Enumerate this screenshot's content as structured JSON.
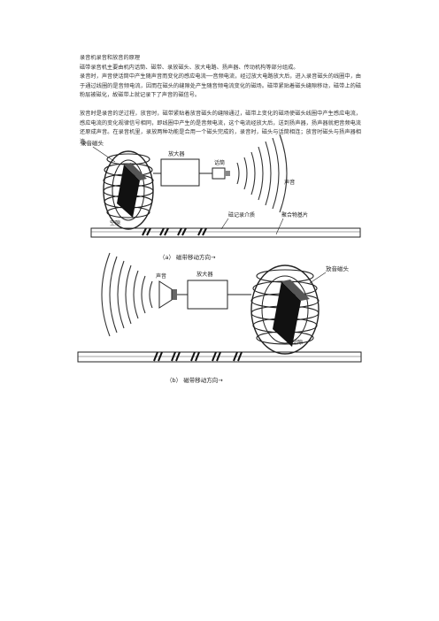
{
  "document": {
    "title": "录音机录音和放音的原理",
    "paragraphs": [
      "磁带录音机主要由机内话筒、磁带、录放磁头、放大电路、扬声器、传动机构等部分组成。",
      "录音时，声音使话筒中产生随声音而变化的感应电流──音频电流，经过放大电路放大后，进入录音磁头的线圈中，由于通过线圈的是音频电流，因而在磁头的缝隙处产生随音频电流变化的磁场。磁带紧贴着磁头缝隙移动，磁带上的磁粉层被磁化，故磁带上就记录下了声音的磁信号。",
      "放音时是录音的逆过程，放音时，磁带紧贴着放音磁头的缝隙通过，磁带上变化的磁场使磁头线圈中产生感应电流，感应电流的变化规律信号相同，即线圈中产生的是音频电流，这个电流经放大后，送到扬声器，扬声器就把音频电流还原成声音。在录音机里，录放两种功能是合用一个磁头完成的，录音时，磁头与话筒相连；放音时磁头与扬声器相连。"
    ]
  },
  "figure_a": {
    "label_head": "录音磁头",
    "label_amp": "放大器",
    "label_mic": "话筒",
    "label_sound": "声音",
    "label_gap": "空隙",
    "label_magnetic_layer": "磁记录介质",
    "label_base": "聚合物基片",
    "caption": "（a） 磁带移动方向→"
  },
  "figure_b": {
    "label_head": "放音磁头",
    "label_amp": "放大器",
    "label_speaker": "声音",
    "label_gap": "空隙",
    "caption": "（b） 磁带移动方向→"
  }
}
